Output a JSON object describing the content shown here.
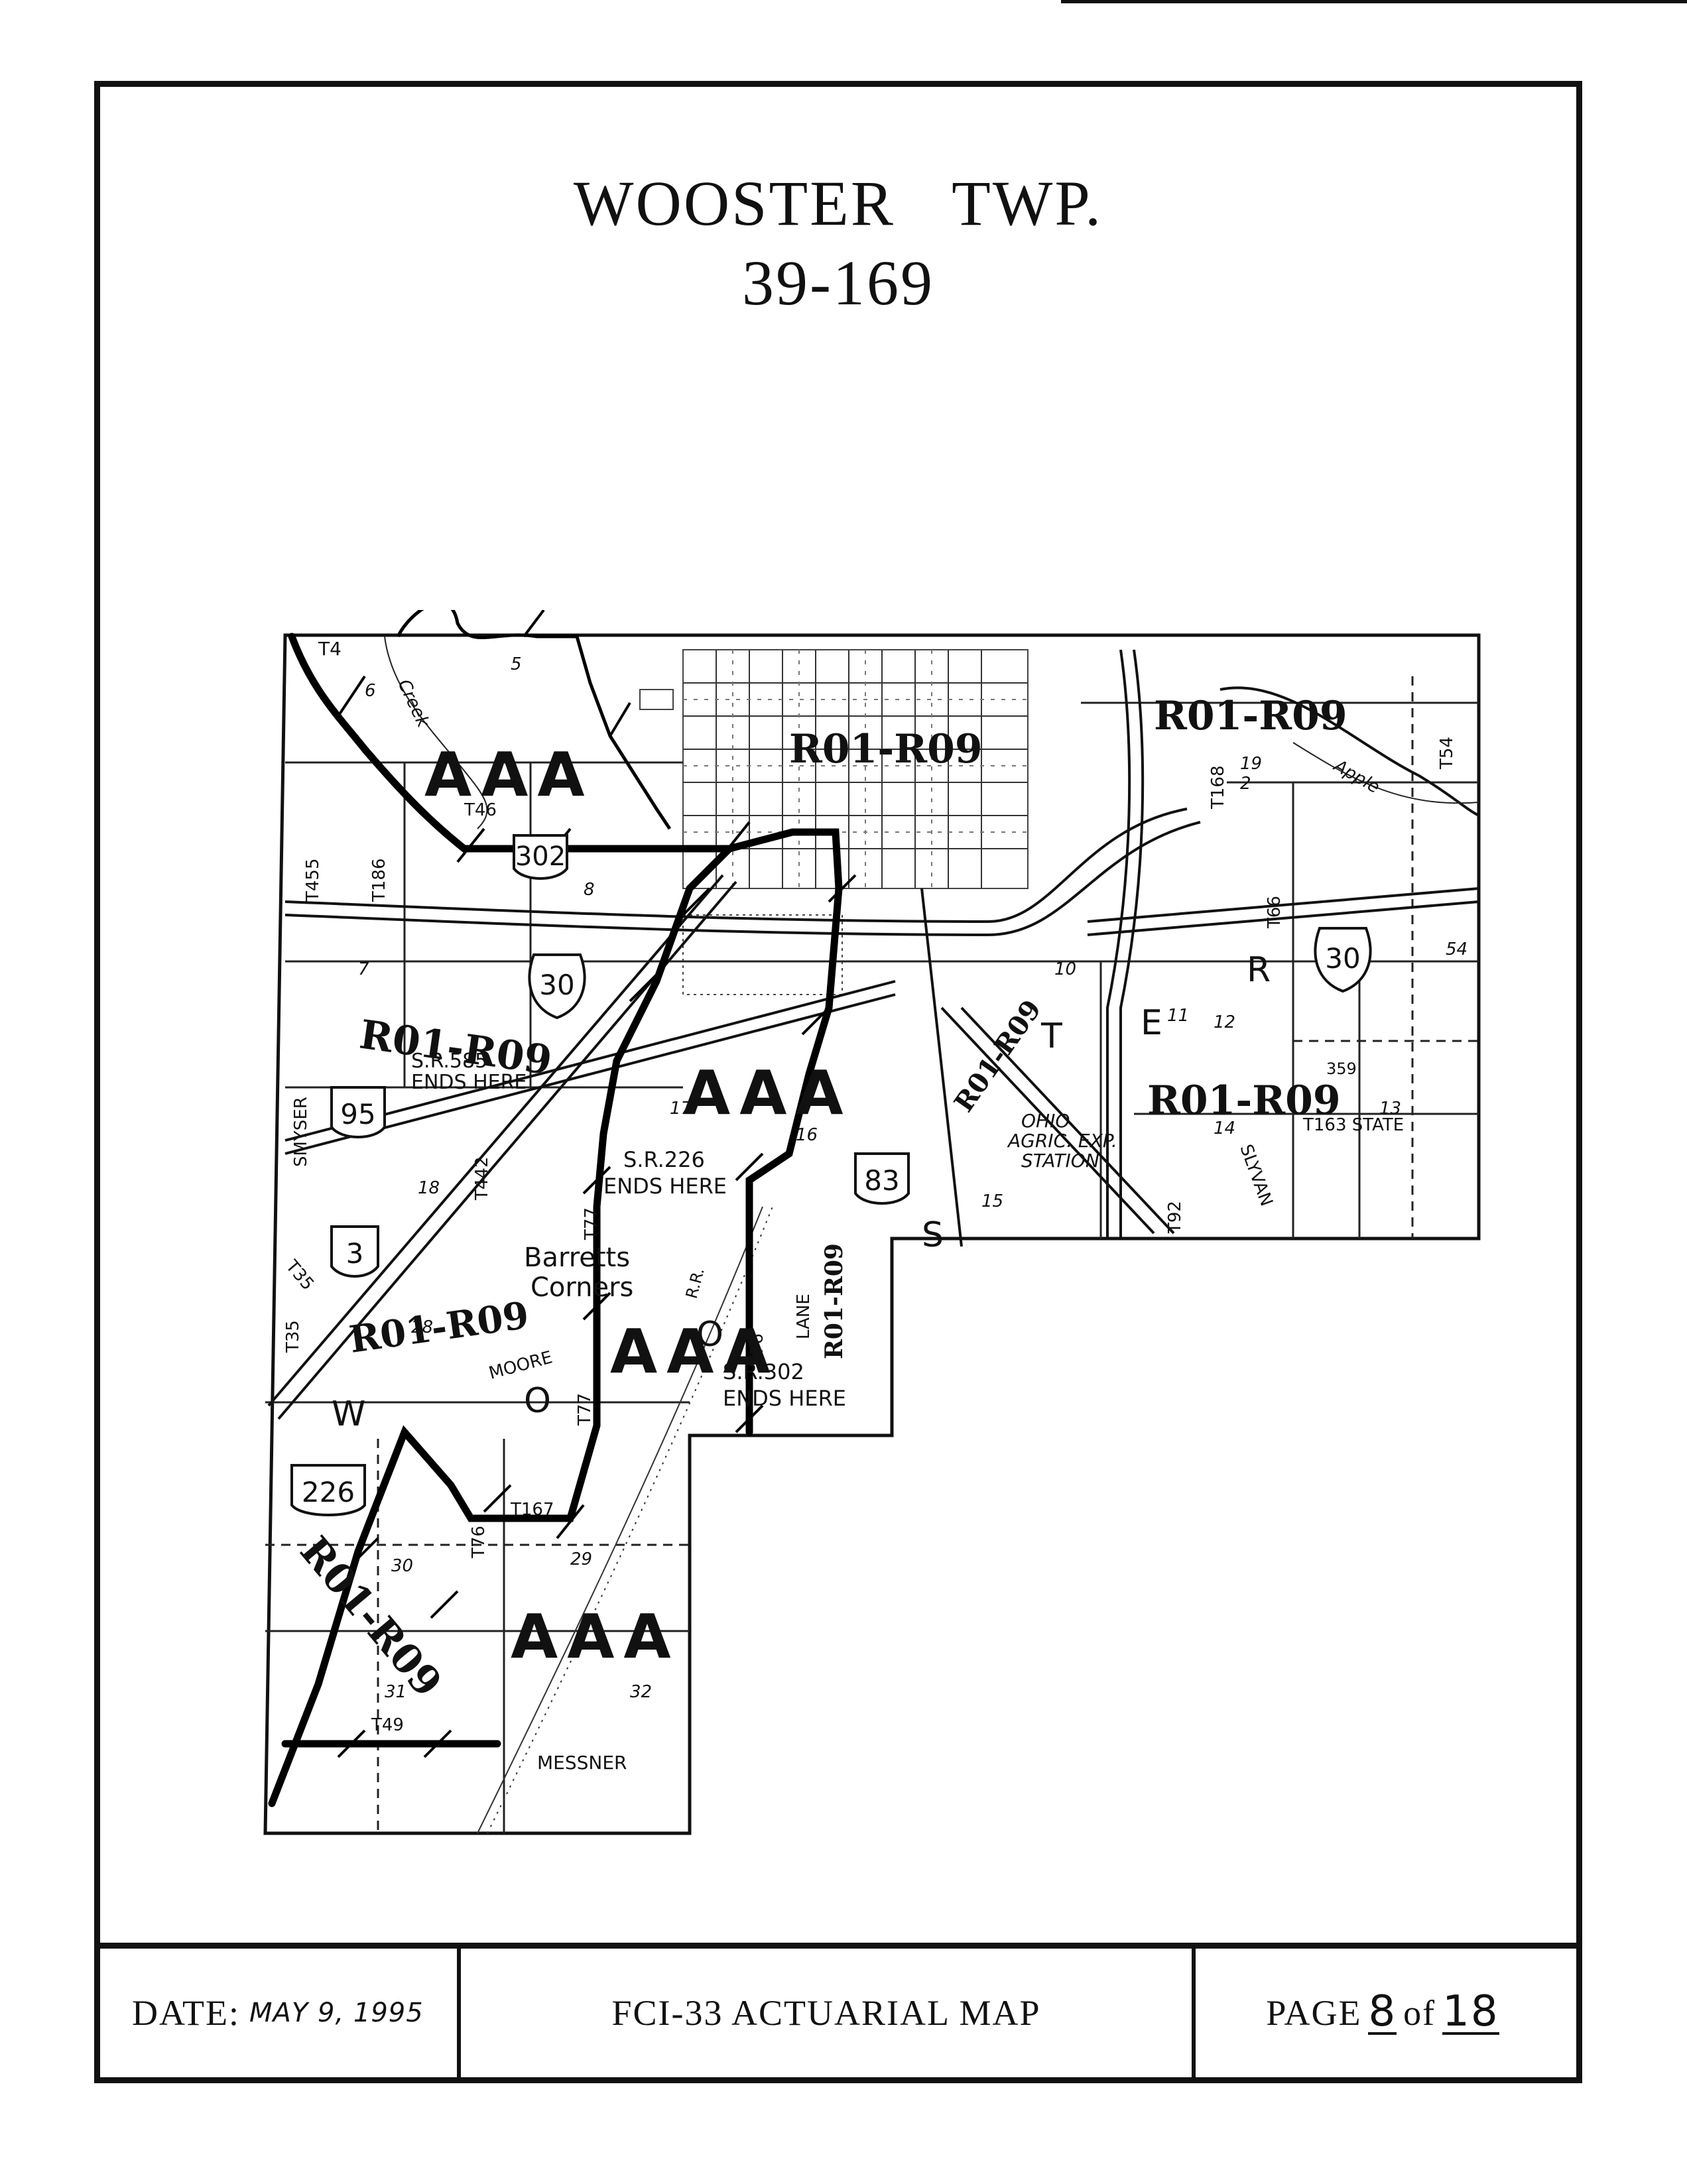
{
  "header": {
    "title": "WOOSTER TWP.",
    "code": "39-169"
  },
  "footer": {
    "date_label": "DATE:",
    "date_value": "MAY 9, 1995",
    "map_name": "FCI-33 ACTUARIAL MAP",
    "page_prefix": "PAGE",
    "page_current": "8",
    "page_of": "of",
    "page_total": "18"
  },
  "map": {
    "roads": {
      "t4": "T4",
      "t455": "T455",
      "t186": "T186",
      "t46": "T46",
      "t168": "T168",
      "t66": "T66",
      "t54": "T54",
      "smyser": "SMYSER",
      "t442": "T442",
      "t35a": "T35",
      "t35b": "T35",
      "t77a": "T77",
      "t77b": "T77",
      "t76a": "T76",
      "t76b": "T76",
      "t167": "T167",
      "t49": "T49",
      "t92": "T92",
      "t163": "T163 STATE",
      "slyvan": "SLYVAN",
      "messner": "MESSNER",
      "moore": "MOORE",
      "lane": "LANE",
      "rr": "R.R.",
      "apple": "Apple",
      "creek": "Creek",
      "s359": "359"
    },
    "shields": {
      "us30a": "30",
      "us30b": "30",
      "sr302": "302",
      "sr95": "95",
      "sr3": "3",
      "sr83": "83",
      "sr226": "226"
    },
    "notes": {
      "sr585": "S.R.585",
      "ends_here_1": "ENDS HERE",
      "sr226": "S.R.226",
      "ends_here_2": "ENDS HERE",
      "sr302": "S.R.302",
      "ends_here_3": "ENDS HERE",
      "barretts": "Barretts",
      "corners": "Corners",
      "ohio": "OHIO",
      "agric": "AGRIC. EXP.",
      "station": "STATION"
    },
    "section_numbers": [
      "5",
      "6",
      "8",
      "7",
      "18",
      "19",
      "2",
      "10",
      "11",
      "12",
      "13",
      "14",
      "15",
      "16",
      "17",
      "29",
      "30",
      "31",
      "32",
      "28",
      "54"
    ],
    "township_letters": [
      "W",
      "O",
      "O",
      "S",
      "T",
      "E",
      "R"
    ],
    "zones": {
      "z1": "AAA",
      "z2": "AAA",
      "z3": "AAA",
      "z4": "AAA"
    },
    "rates": {
      "r1": "R01-R09",
      "r2": "R01-R09",
      "r3": "R01-R09",
      "r4": "R01-R09",
      "r5": "R01-R09",
      "r6": "R01-R09",
      "r7": "R01-R09",
      "r8": "R01-R09"
    }
  }
}
